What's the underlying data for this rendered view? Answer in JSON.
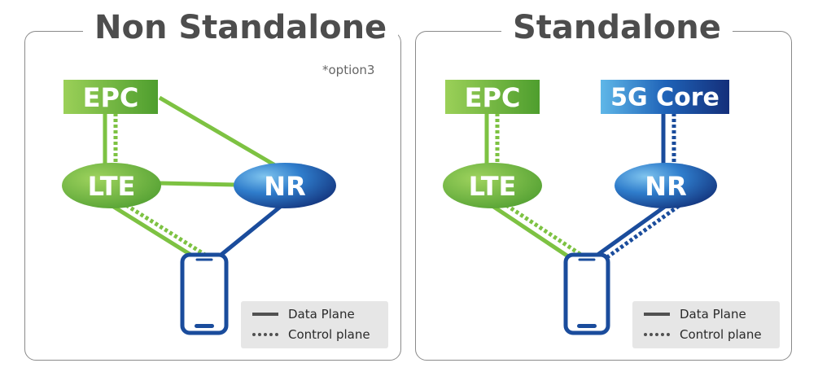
{
  "panels": {
    "non_standalone": {
      "title": "Non Standalone",
      "note": "*option3",
      "nodes": {
        "epc": "EPC",
        "lte": "LTE",
        "nr": "NR"
      }
    },
    "standalone": {
      "title": "Standalone",
      "nodes": {
        "epc": "EPC",
        "lte": "LTE",
        "nr": "NR",
        "core": "5G Core"
      }
    }
  },
  "legend": {
    "data_plane": "Data Plane",
    "control_plane": "Control plane"
  },
  "colors": {
    "lte_green": "#7dc242",
    "nr_blue": "#1b4fa0",
    "line_green": "#7dc242",
    "line_blue": "#1a4c9c",
    "frame": "#8a8a8a",
    "title": "#4d4d4d",
    "legend_bg": "#e6e6e6"
  }
}
